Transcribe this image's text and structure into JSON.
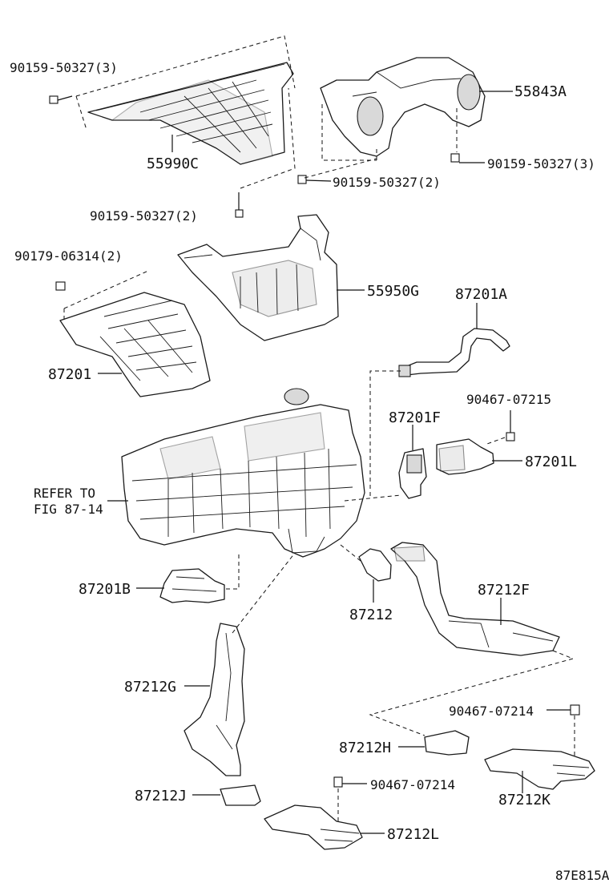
{
  "labels": {
    "p9015950327_3_top": "90159-50327(3)",
    "p55990c": "55990C",
    "p9015950327_2_left": "90159-50327(2)",
    "p55843a": "55843A",
    "p9015950327_3_right": "90159-50327(3)",
    "p9015950327_2_mid": "90159-50327(2)",
    "p9017906314_2": "90179-06314(2)",
    "p55950g": "55950G",
    "p87201": "87201",
    "p87201a": "87201A",
    "p9046707215": "90467-07215",
    "p87201f": "87201F",
    "p87201l": "87201L",
    "refer_to_line1": "REFER TO",
    "refer_to_line2": "FIG 87-14",
    "p87201b": "87201B",
    "p87212": "87212",
    "p87212f": "87212F",
    "p87212g": "87212G",
    "p90467072147_right": "90467-07214",
    "p87212h": "87212H",
    "p90467072147_left": "90467-07214",
    "p87212k": "87212K",
    "p87212j": "87212J",
    "p87212l": "87212L",
    "figure_id": "87E815A"
  }
}
